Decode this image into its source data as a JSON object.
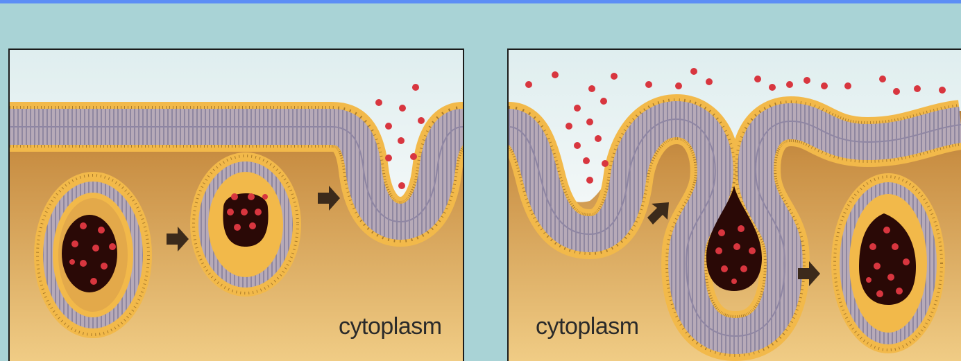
{
  "colors": {
    "background": "#a9d3d6",
    "top_bar": "#5d8ef5",
    "outside_fluid": "#e8f2f3",
    "cytoplasm_light": "#e7bb6c",
    "cytoplasm_dark": "#9a6220",
    "membrane_heads": "#f2b94a",
    "membrane_tails": "#8f86a3",
    "vesicle_contents": "#2a0906",
    "particles": "#d8363f",
    "arrow": "#3b2a1b"
  },
  "panels": [
    {
      "id": "left",
      "cytoplasm_label": "cytoplasm"
    },
    {
      "id": "right",
      "cytoplasm_label": "cytoplasm"
    }
  ]
}
